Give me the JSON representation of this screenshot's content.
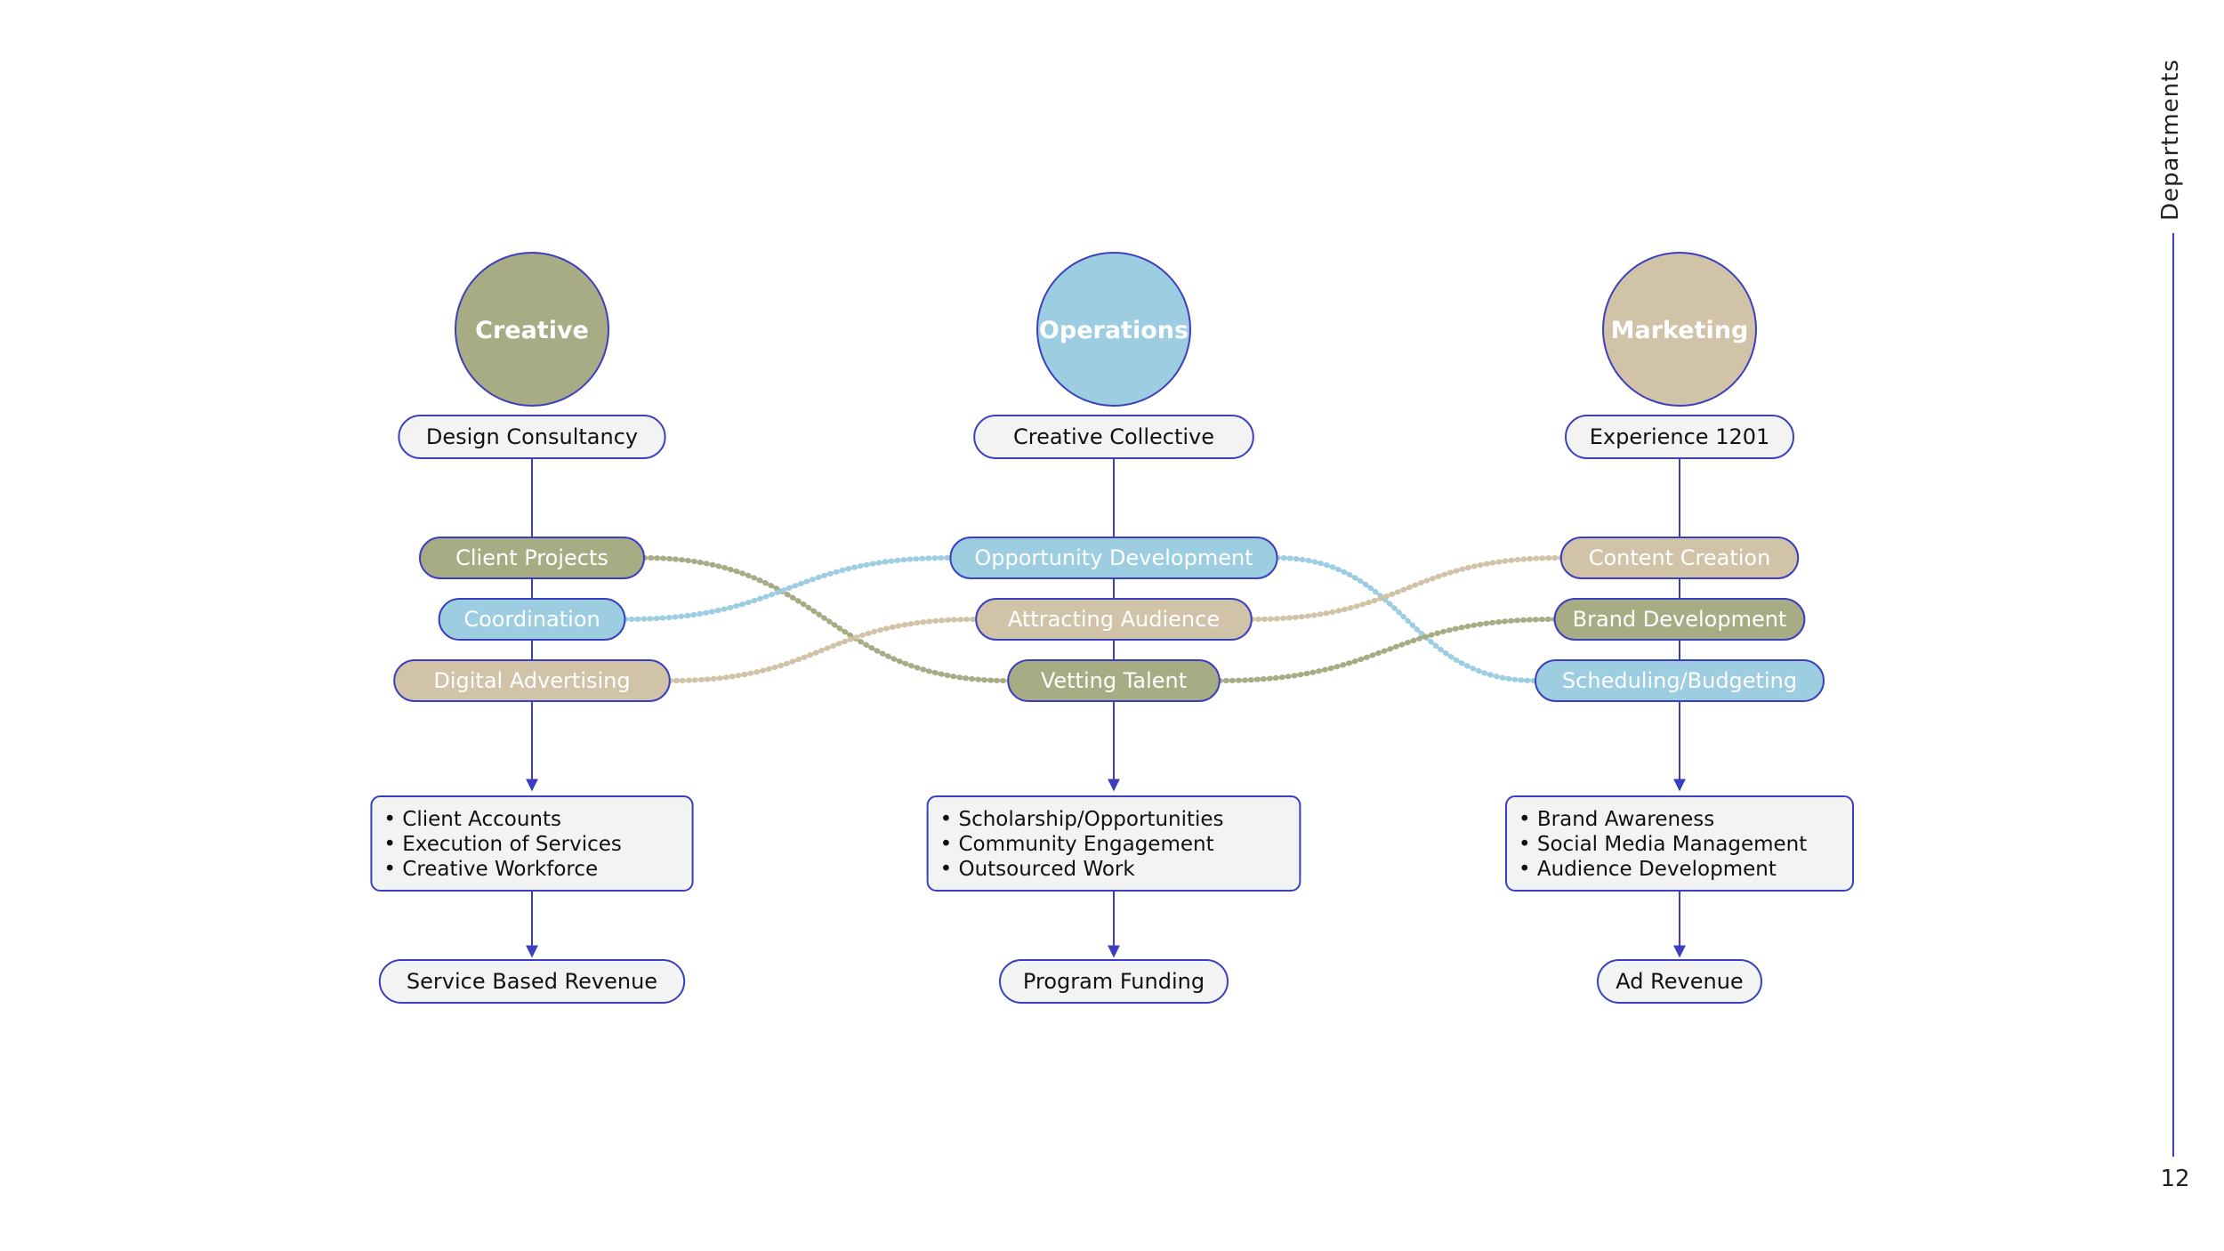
{
  "sidebar": {
    "title": "Departments",
    "page_number": "12"
  },
  "colors": {
    "creative": "#a8ac84",
    "operations": "#9dcde1",
    "marketing": "#d1c3a8",
    "outline": "#3b3fbf",
    "box_fill": "#f3f3f4"
  },
  "columns": [
    {
      "key": "creative",
      "department": "Creative",
      "entity": "Design Consultancy",
      "functions": [
        {
          "label": "Client Projects",
          "color": "creative"
        },
        {
          "label": "Coordination",
          "color": "operations"
        },
        {
          "label": "Digital Advertising",
          "color": "marketing"
        }
      ],
      "outputs": [
        "Client Accounts",
        "Execution of Services",
        "Creative Workforce"
      ],
      "revenue": "Service Based Revenue"
    },
    {
      "key": "operations",
      "department": "Operations",
      "entity": "Creative Collective",
      "functions": [
        {
          "label": "Opportunity Development",
          "color": "operations"
        },
        {
          "label": "Attracting Audience",
          "color": "marketing"
        },
        {
          "label": "Vetting Talent",
          "color": "creative"
        }
      ],
      "outputs": [
        "Scholarship/Opportunities",
        "Community Engagement",
        "Outsourced Work"
      ],
      "revenue": "Program Funding"
    },
    {
      "key": "marketing",
      "department": "Marketing",
      "entity": "Experience 1201",
      "functions": [
        {
          "label": "Content Creation",
          "color": "marketing"
        },
        {
          "label": "Brand Development",
          "color": "creative"
        },
        {
          "label": "Scheduling/Budgeting",
          "color": "operations"
        }
      ],
      "outputs": [
        "Brand Awareness",
        "Social Media Management",
        "Audience Development"
      ],
      "revenue": "Ad Revenue"
    }
  ],
  "connections": [
    {
      "from": "Client Projects",
      "to": "Vetting Talent",
      "color": "creative"
    },
    {
      "from": "Coordination",
      "to": "Opportunity Development",
      "color": "operations"
    },
    {
      "from": "Digital Advertising",
      "to": "Attracting Audience",
      "color": "marketing"
    },
    {
      "from": "Opportunity Development",
      "to": "Scheduling/Budgeting",
      "color": "operations"
    },
    {
      "from": "Attracting Audience",
      "to": "Content Creation",
      "color": "marketing"
    },
    {
      "from": "Vetting Talent",
      "to": "Brand Development",
      "color": "creative"
    }
  ]
}
